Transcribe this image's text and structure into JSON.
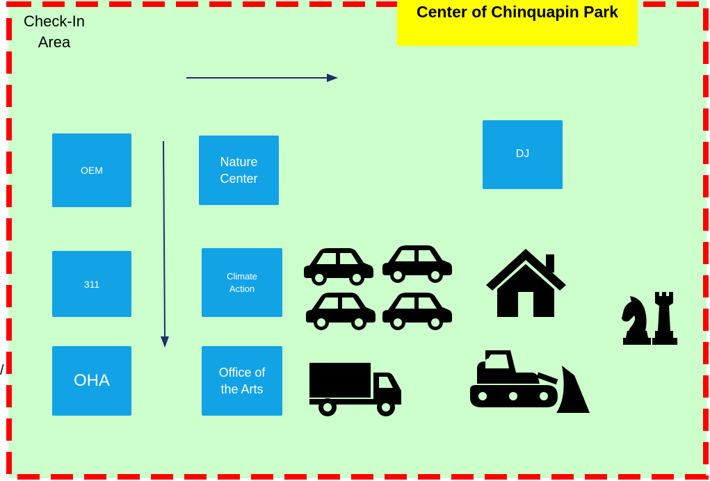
{
  "labels": {
    "checkin": "Check-In Area",
    "title": "Center of Chinquapin Park",
    "stray": "/"
  },
  "boxes": {
    "oem": "OEM",
    "nature": "Nature Center",
    "dj": "DJ",
    "b311": "311",
    "climate": "Climate Action",
    "oha": "OHA",
    "arts": "Office of the Arts"
  },
  "colors": {
    "area": "#ccffcc",
    "border": "#ff0000",
    "title_bg": "#ffff00",
    "box": "#12a2e6",
    "arrow": "#1f2d6b",
    "icon": "#000000"
  },
  "icons": [
    "car-icon",
    "car-icon",
    "car-icon",
    "car-icon",
    "truck-icon",
    "house-icon",
    "bulldozer-icon",
    "chess-icon"
  ]
}
